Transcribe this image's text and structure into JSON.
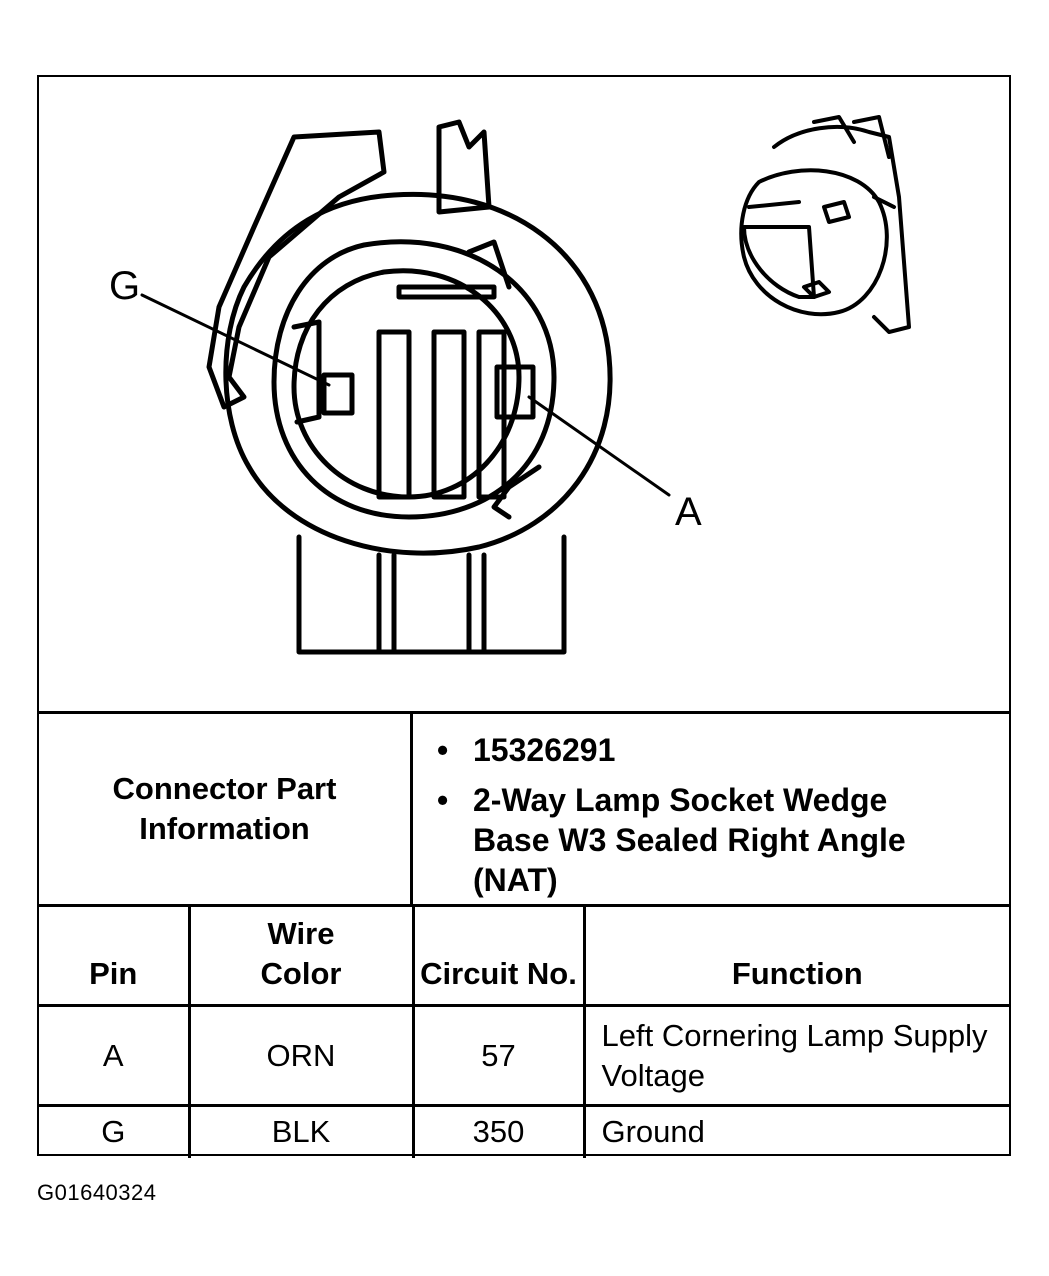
{
  "diagram": {
    "callouts": {
      "g": "G",
      "a": "A"
    }
  },
  "connector_info": {
    "label": "Connector Part Information",
    "part_number": "15326291",
    "description": "2-Way Lamp Socket Wedge Base W3 Sealed Right Angle (NAT)"
  },
  "pin_table": {
    "headers": {
      "pin": "Pin",
      "wire_color": "Wire Color",
      "circuit_no": "Circuit No.",
      "function": "Function"
    },
    "rows": [
      {
        "pin": "A",
        "wire_color": "ORN",
        "circuit_no": "57",
        "function": "Left Cornering Lamp Supply Voltage"
      },
      {
        "pin": "G",
        "wire_color": "BLK",
        "circuit_no": "350",
        "function": "Ground"
      }
    ]
  },
  "figure_id": "G01640324"
}
